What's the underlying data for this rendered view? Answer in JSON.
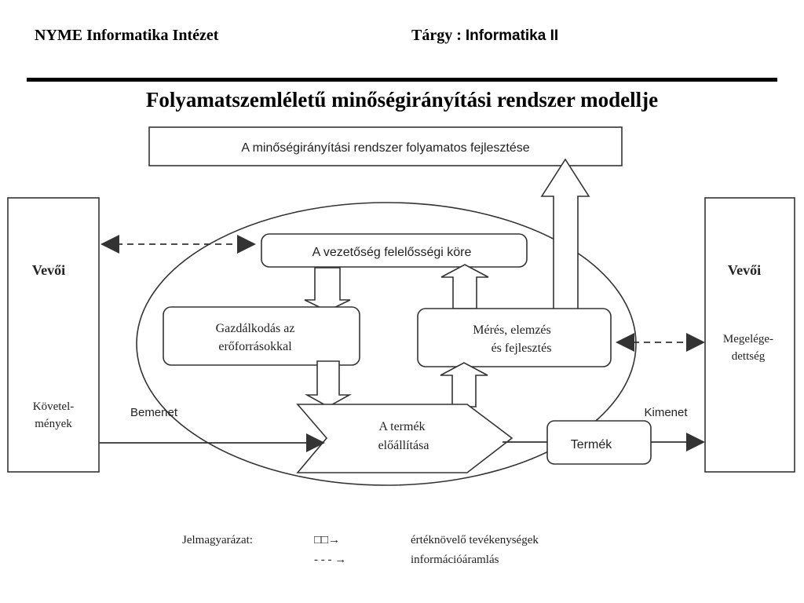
{
  "header": {
    "institute": "NYME Informatika Intézet",
    "subject_prefix": "Tárgy : ",
    "subject": "Informatika II"
  },
  "title": "Folyamatszemléletű minőségirányítási rendszer modellje",
  "diagram": {
    "improvement_box": "A minőségirányítási rendszer folyamatos fejlesztése",
    "customers_left": {
      "heading": "Vevői",
      "line1": "Követel-",
      "line2": "mények"
    },
    "customers_right": {
      "heading": "Vevői",
      "line1": "Megelége-",
      "line2": "dettség"
    },
    "management": "A vezetőség felelősségi köre",
    "resources": {
      "line1": "Gazdálkodás az",
      "line2": "erőforrásokkal"
    },
    "measurement": {
      "line1": "Mérés, elemzés",
      "line2": "és fejlesztés"
    },
    "production": {
      "line1": "A termék",
      "line2": "előállítása"
    },
    "product": "Termék",
    "input_label": "Bemenet",
    "output_label": "Kimenet"
  },
  "legend": {
    "label": "Jelmagyarázat:",
    "value_symbol": "□□→",
    "value_text": "értéknövelő tevékenységek",
    "info_symbol": "- - - →",
    "info_text": "információáramlás"
  },
  "colors": {
    "line": "#333333",
    "arrow_fill": "#ffffff",
    "arrowhead": "#333333"
  }
}
